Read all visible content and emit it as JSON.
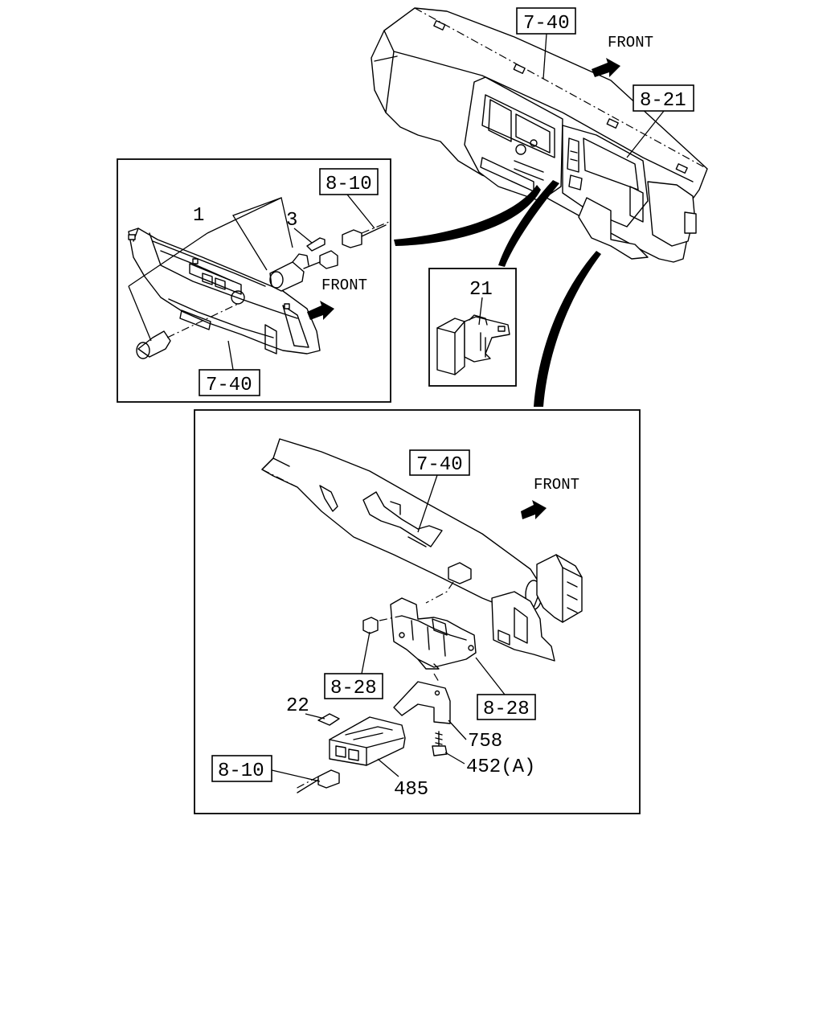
{
  "diagram": {
    "front_label": "FRONT",
    "refs": {
      "dash_top": "7-40",
      "meter": "8-21",
      "panel_harness": "8-10",
      "panel_dash": "7-40",
      "cross_beam": "7-40",
      "bracket_left": "8-28",
      "bracket_right": "8-28",
      "relay_harness": "8-10"
    },
    "parts": {
      "socket": "1",
      "bulb": "3",
      "switch": "21",
      "label": "22",
      "bracket": "758",
      "bolt": "452(A)",
      "module": "485"
    }
  }
}
